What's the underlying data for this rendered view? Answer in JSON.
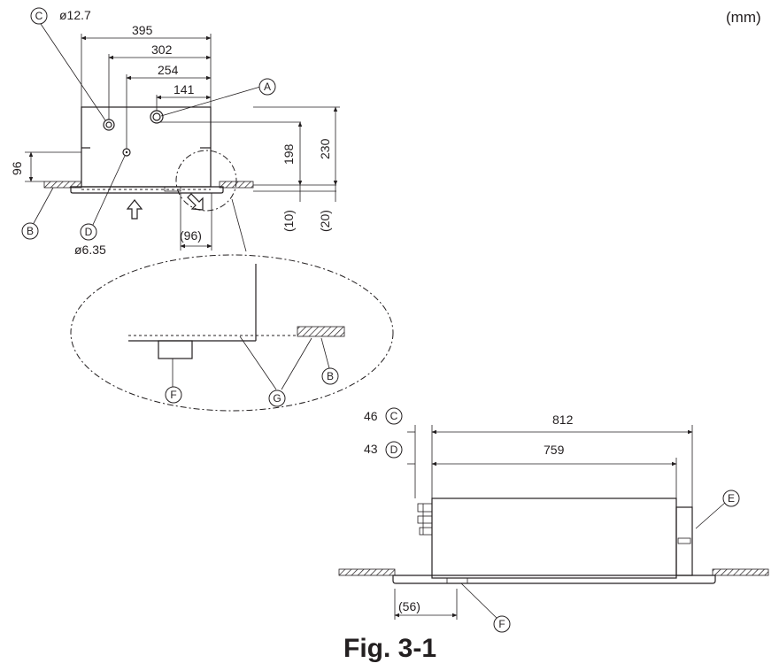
{
  "unit": "(mm)",
  "figure_caption": "Fig. 3-1",
  "callouts": {
    "a": "A",
    "b": "B",
    "c": "C",
    "d": "D",
    "e": "E",
    "f": "F",
    "g": "G"
  },
  "top_view": {
    "dims": {
      "w395": "395",
      "w302": "302",
      "w254": "254",
      "w141": "141",
      "h96": "96",
      "h198": "198",
      "h230": "230",
      "h10": "(10)",
      "h20": "(20)",
      "w96": "(96)"
    },
    "pipe_c_dia": "ø12.7",
    "pipe_d_dia": "ø6.35"
  },
  "side_view": {
    "dims": {
      "c46": "46",
      "d43": "43",
      "w812": "812",
      "w759": "759",
      "w56": "(56)"
    }
  }
}
